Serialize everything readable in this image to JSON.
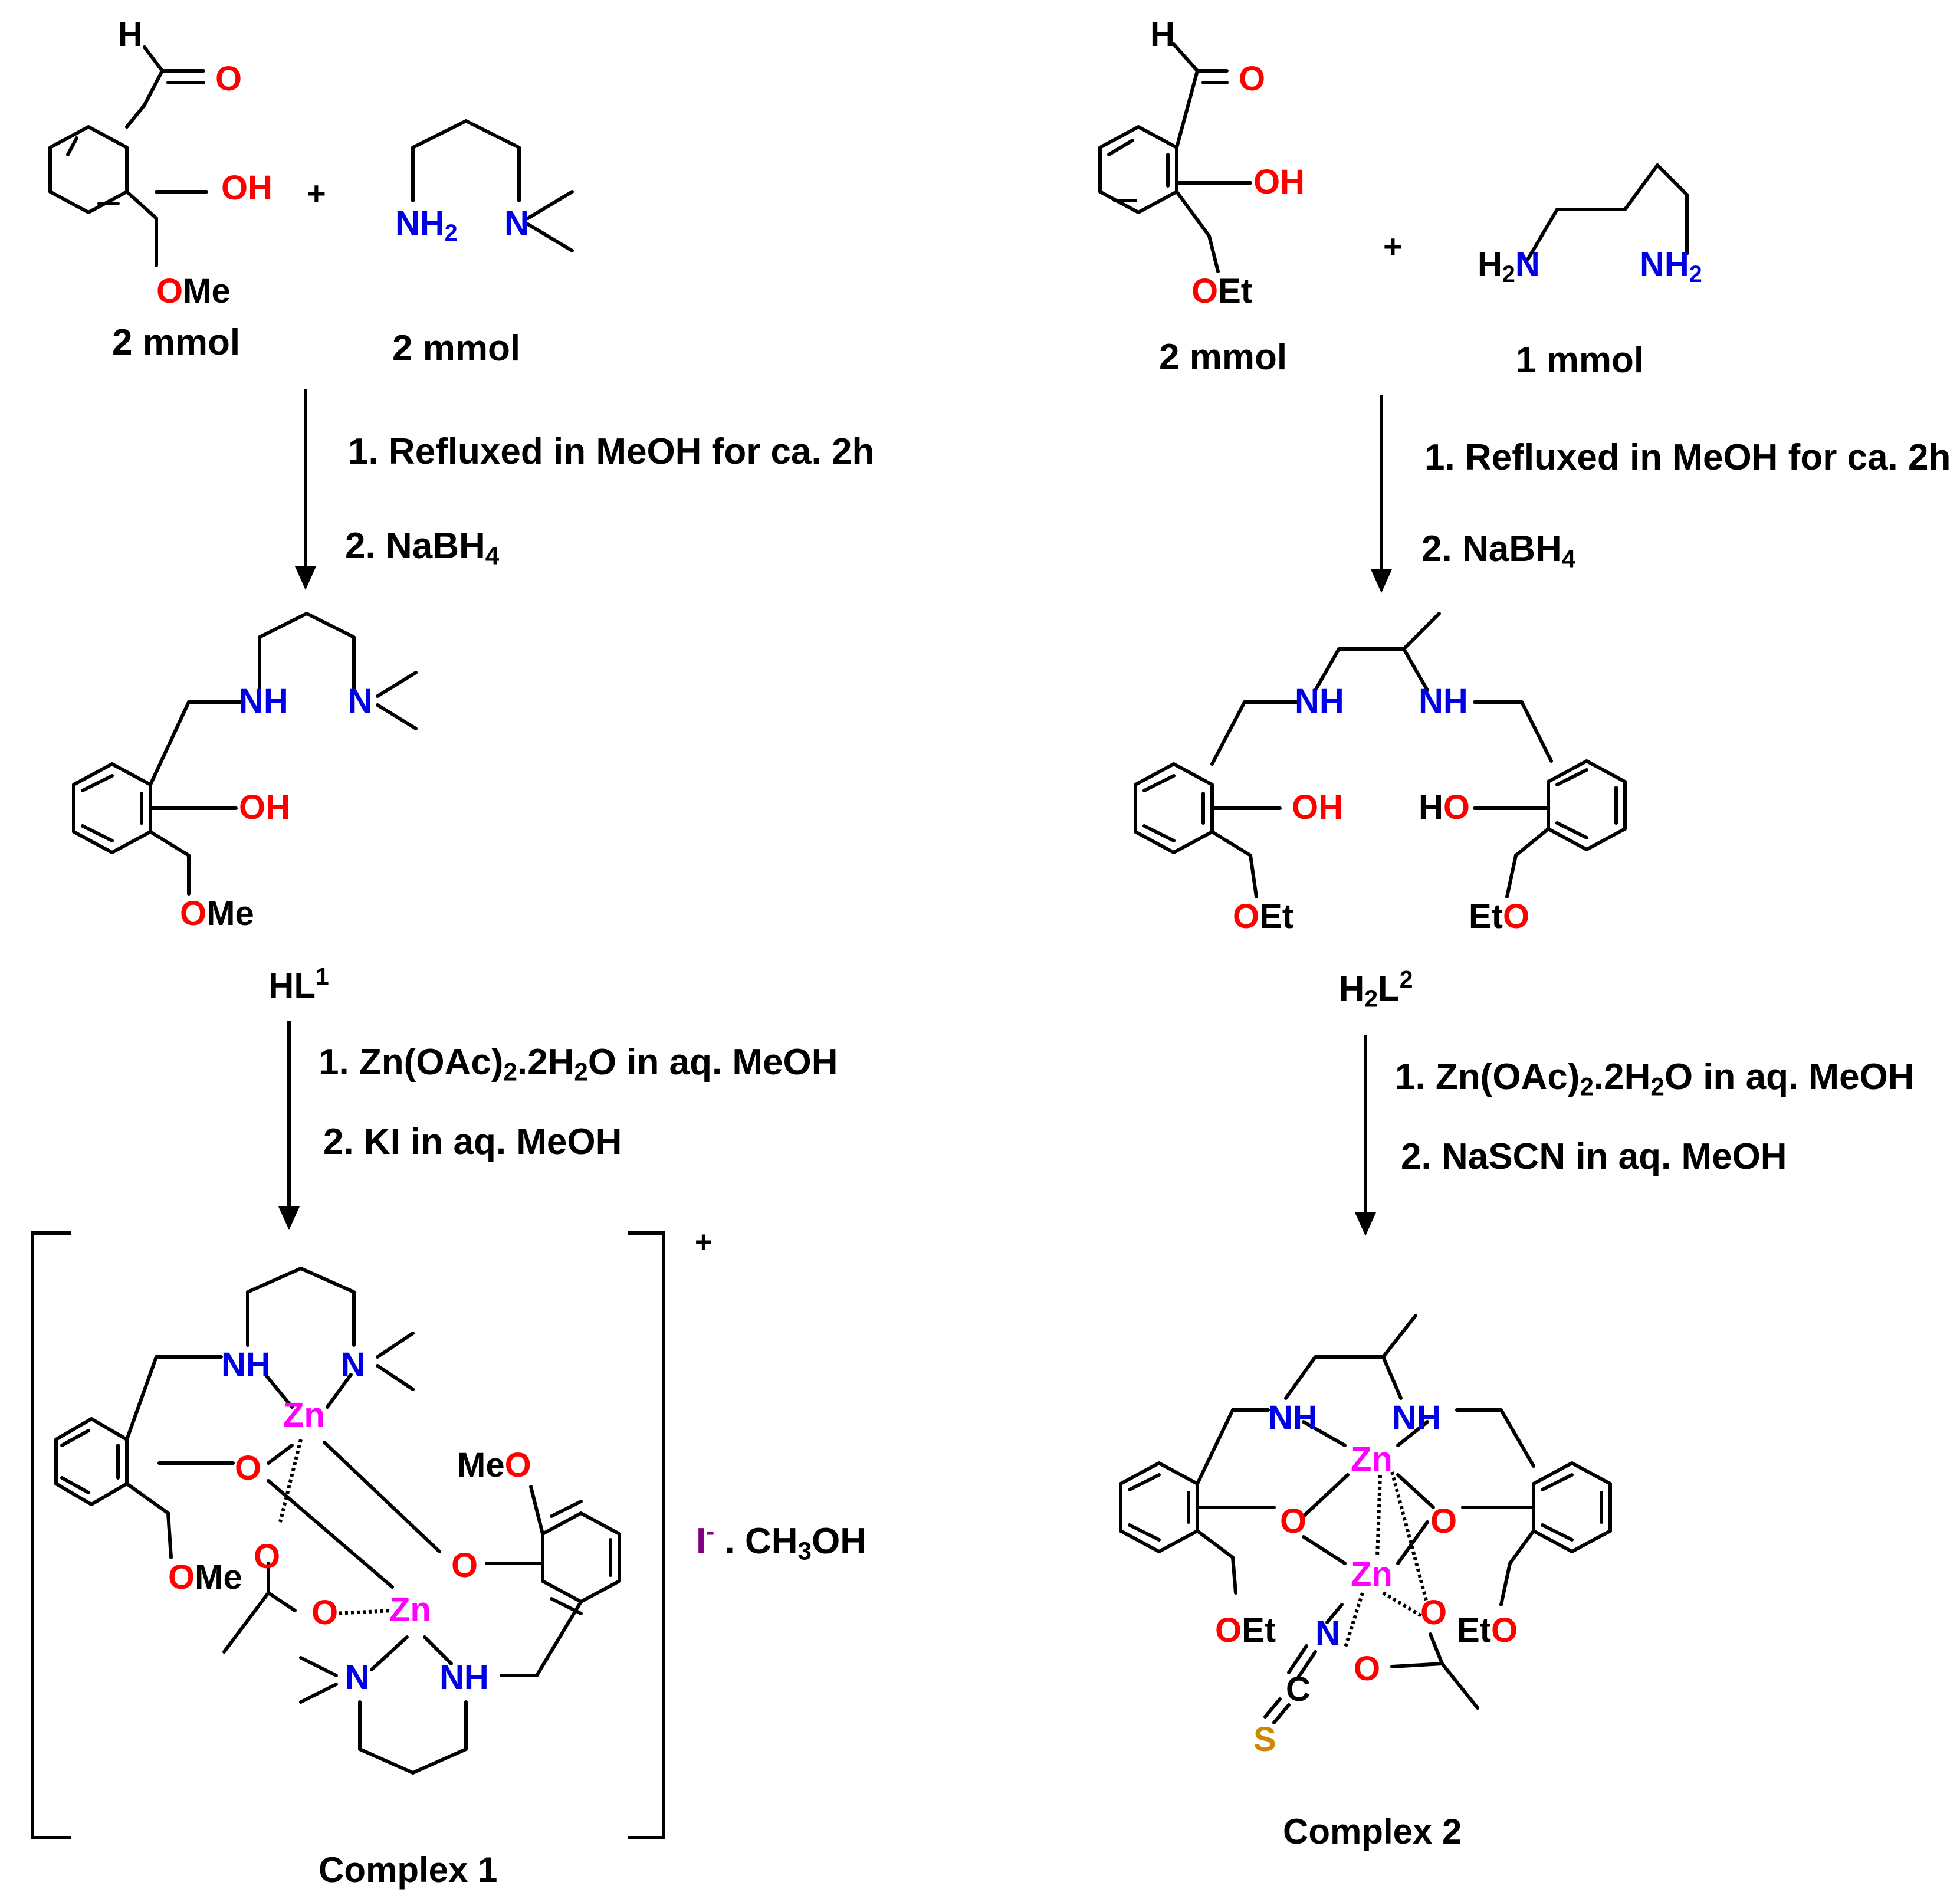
{
  "left": {
    "reactant1_amount": "2 mmol",
    "reactant2_amount": "2 mmol",
    "step1_a": "1.  Refluxed in MeOH for ca. 2h",
    "step1_b_prefix": "2.  NaBH",
    "step1_b_sub": "4",
    "ligand_base": "HL",
    "ligand_sup": "1",
    "step2_a_prefix": "1.  Zn(OAc)",
    "step2_a_sub1": "2",
    "step2_a_mid": ".2H",
    "step2_a_sub2": "2",
    "step2_a_suffix": "O in aq. MeOH",
    "step2_b": "2. KI in aq. MeOH",
    "charge": "+",
    "counterion": "I",
    "counterion_charge": "-",
    "solvate_prefix": ". CH",
    "solvate_sub": "3",
    "solvate_suffix": "OH",
    "product": "Complex 1"
  },
  "right": {
    "reactant1_amount": "2 mmol",
    "reactant2_amount": "1 mmol",
    "step1_a": "1.  Refluxed in MeOH for ca. 2h",
    "step1_b_prefix": "2.  NaBH",
    "step1_b_sub": "4",
    "ligand_base_h": "H",
    "ligand_sub": "2",
    "ligand_base_l": "L",
    "ligand_sup": "2",
    "step2_a_prefix": "1.  Zn(OAc)",
    "step2_a_sub1": "2",
    "step2_a_mid": ".2H",
    "step2_a_sub2": "2",
    "step2_a_suffix": "O in aq. MeOH",
    "step2_b": "2. NaSCN in aq. MeOH",
    "product": "Complex 2"
  },
  "plus": "+",
  "atoms": {
    "H": "H",
    "O": "O",
    "OH": "OH",
    "HO": "HO",
    "OMe": "OMe",
    "MeO": "MeO",
    "OEt": "OEt",
    "EtO": "EtO",
    "NH": "NH",
    "NH2_N": "NH",
    "NH2_sub": "2",
    "H2N_H": "H",
    "H2N_sub": "2",
    "H2N_N": "N",
    "N": "N",
    "Zn": "Zn",
    "C": "C",
    "S": "S"
  },
  "colors": {
    "oxygen": "#ff0000",
    "nitrogen": "#0000e6",
    "zinc": "#ff00ff",
    "sulfur": "#cc8800",
    "iodide": "#800080"
  }
}
